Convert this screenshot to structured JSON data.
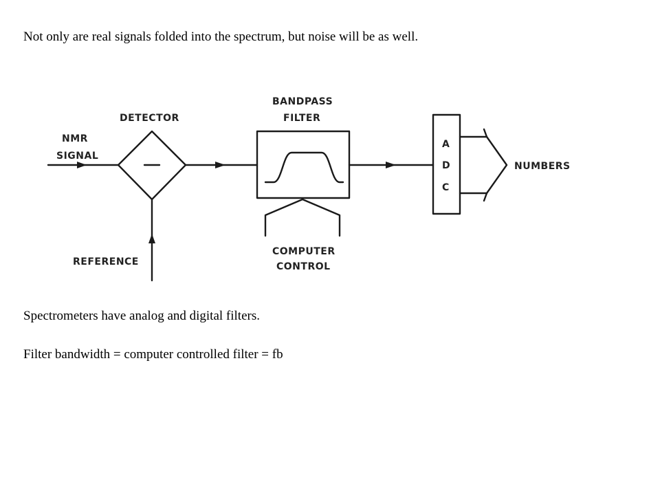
{
  "text": {
    "intro": "Not only are real signals folded into the spectrum, but noise will be as well.",
    "filters": "Spectrometers have analog and digital filters.",
    "bandwidth": "Filter bandwidth = computer controlled filter = fb"
  },
  "diagram": {
    "nmr_signal": [
      "NMR",
      "SIGNAL"
    ],
    "detector": "DETECTOR",
    "detector_symbol": "—",
    "reference": "REFERENCE",
    "bandpass_filter": [
      "BANDPASS",
      "FILTER"
    ],
    "computer_control": [
      "COMPUTER",
      "CONTROL"
    ],
    "adc": [
      "A",
      "D",
      "C"
    ],
    "numbers": "NUMBERS"
  }
}
